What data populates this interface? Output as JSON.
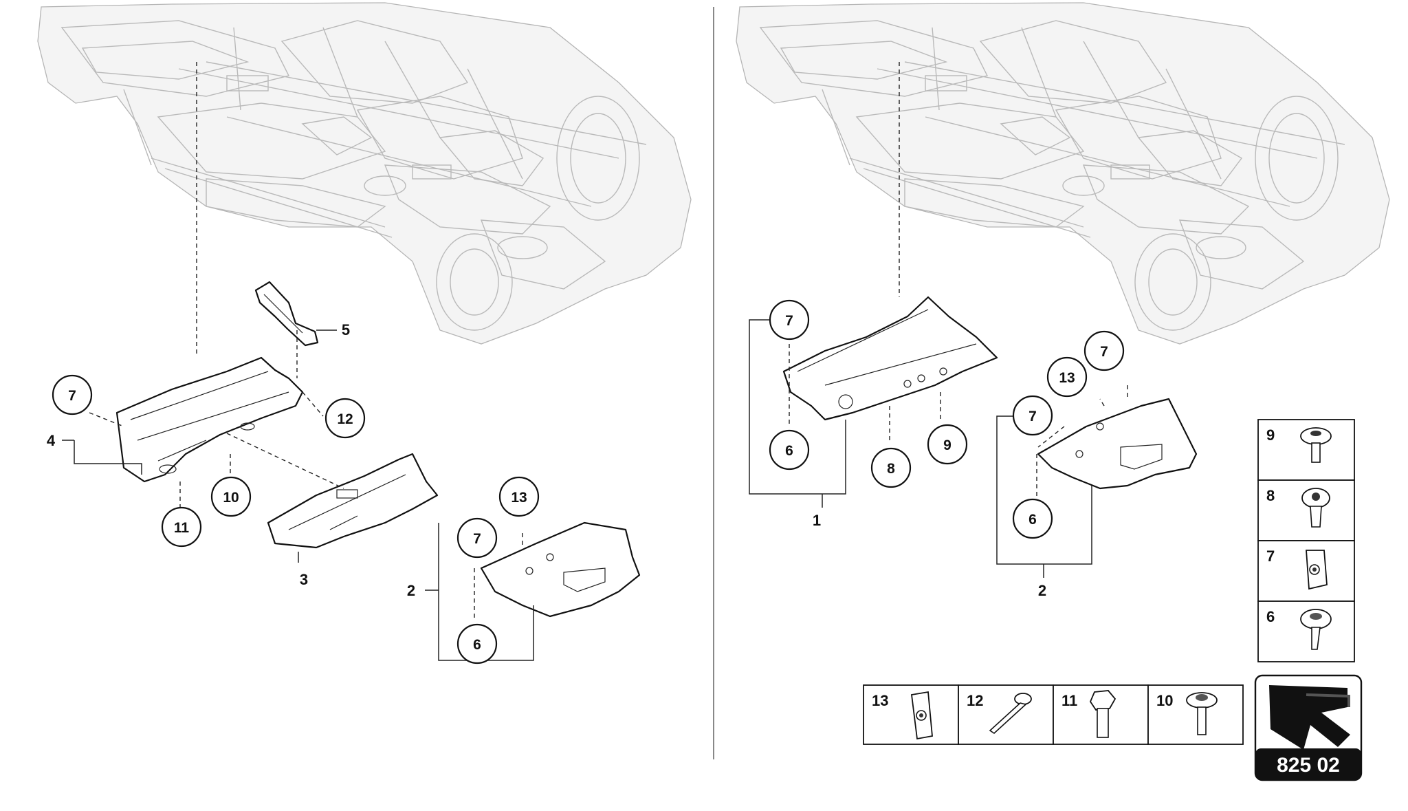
{
  "left_panel": {
    "callouts": {
      "c7": "7",
      "c5": "5",
      "c12": "12",
      "c10": "10",
      "c11": "11",
      "c13": "13",
      "c7b": "7",
      "c6": "6"
    },
    "labels": {
      "l4": "4",
      "l3": "3",
      "l2": "2"
    }
  },
  "right_panel": {
    "callouts": {
      "c7a": "7",
      "c6a": "6",
      "c8": "8",
      "c9": "9",
      "c13": "13",
      "c7b": "7",
      "c7c": "7",
      "c6b": "6"
    },
    "labels": {
      "l1": "1",
      "l2": "2"
    }
  },
  "fastener_legend_vertical": [
    "9",
    "8",
    "7",
    "6"
  ],
  "fastener_legend_horizontal": [
    "13",
    "12",
    "11",
    "10"
  ],
  "diagram_code": "825 02"
}
